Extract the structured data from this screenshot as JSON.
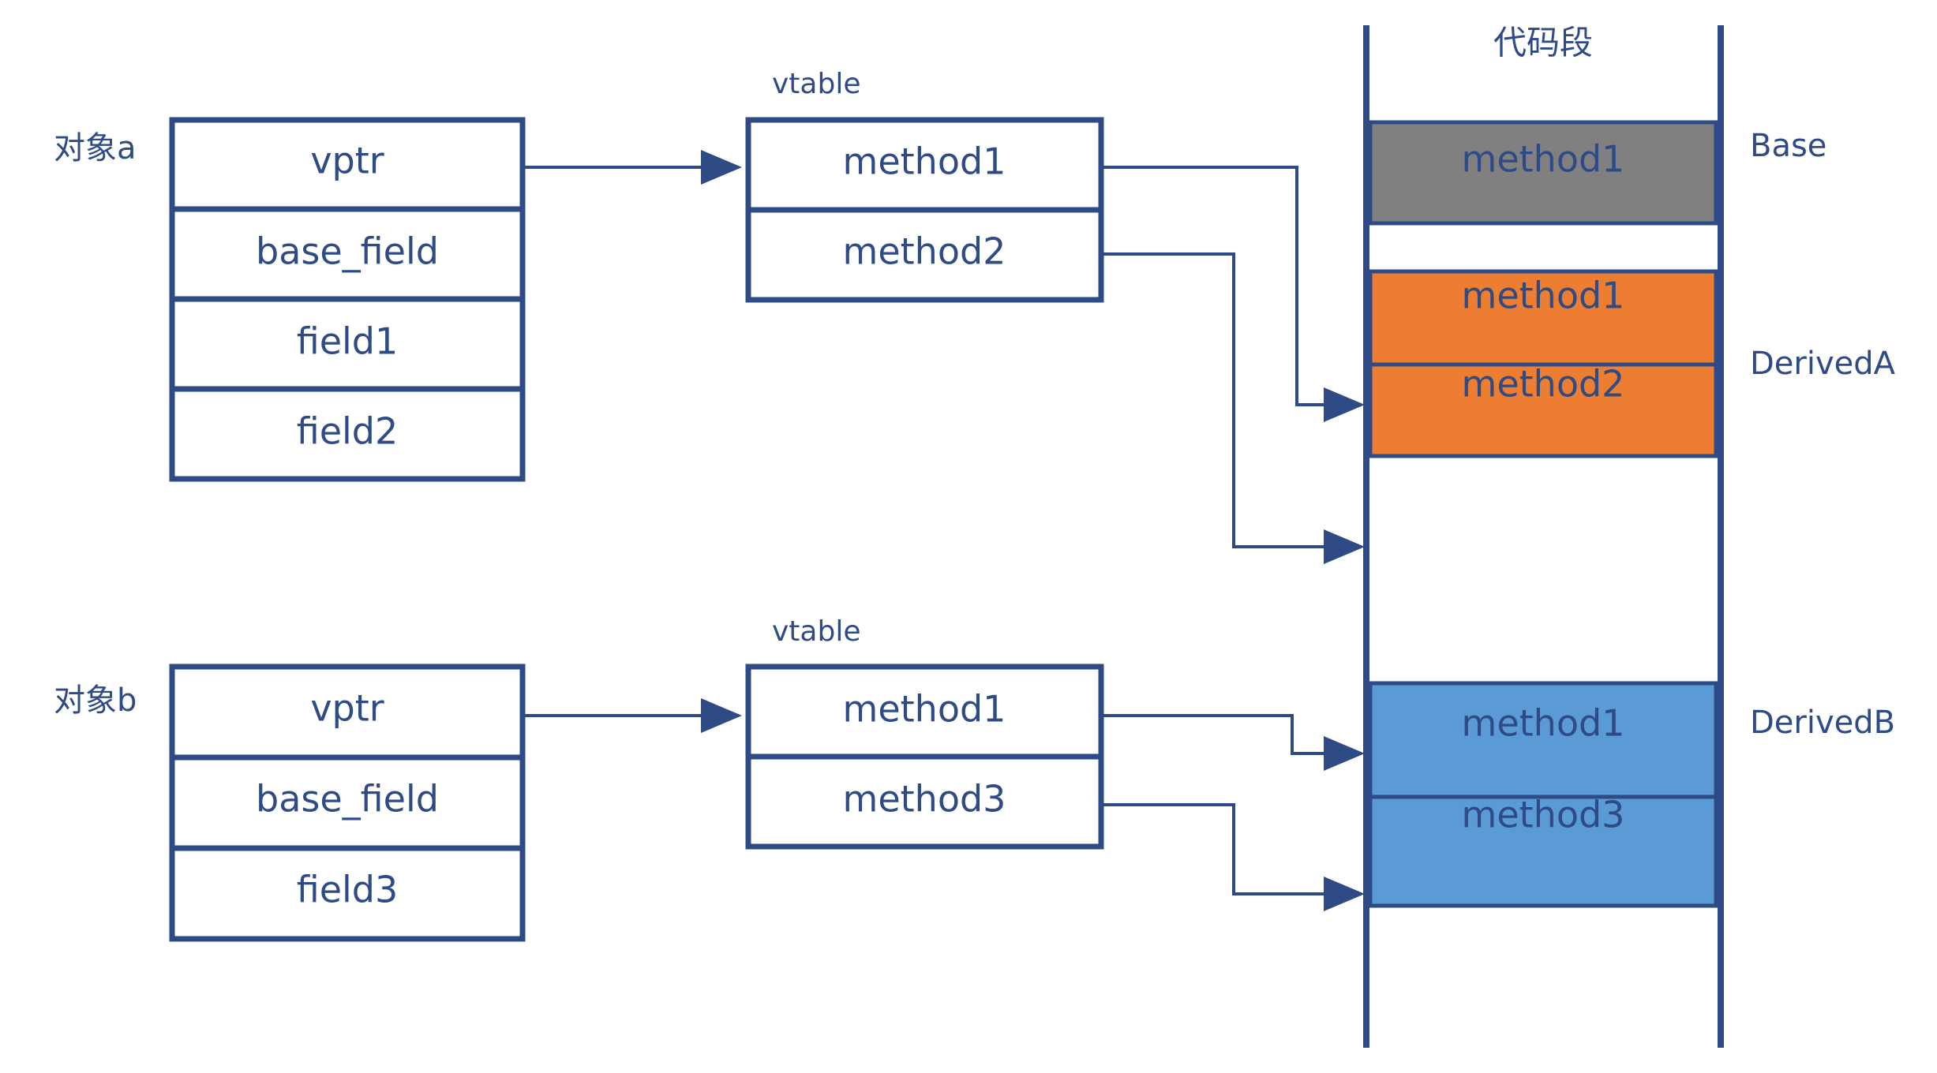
{
  "diagram": {
    "title_code_segment": "代码段",
    "objects": [
      {
        "name": "object-a",
        "side_label": "对象a",
        "rows": [
          "vptr",
          "base_field",
          "field1",
          "field2"
        ]
      },
      {
        "name": "object-b",
        "side_label": "对象b",
        "rows": [
          "vptr",
          "base_field",
          "field3"
        ]
      }
    ],
    "vtables": [
      {
        "name": "vtable-a",
        "caption": "vtable",
        "entries": [
          "method1",
          "method2"
        ]
      },
      {
        "name": "vtable-b",
        "caption": "vtable",
        "entries": [
          "method1",
          "method3"
        ]
      }
    ],
    "code_segment": {
      "blocks": [
        {
          "label": "method1",
          "owner": "Base",
          "color": "#808080"
        },
        {
          "label": "method1",
          "owner": "DerivedA",
          "color": "#ED7D31"
        },
        {
          "label": "method2",
          "owner": "DerivedA",
          "color": "#ED7D31"
        },
        {
          "label": "method1",
          "owner": "DerivedB",
          "color": "#5B9BD5"
        },
        {
          "label": "method3",
          "owner": "DerivedB",
          "color": "#5B9BD5"
        }
      ],
      "class_labels": [
        "Base",
        "DerivedA",
        "DerivedB"
      ]
    },
    "colors": {
      "line": "#2e4b86",
      "text": "#2e4b86",
      "base_block": "#808080",
      "deriveda_block": "#ED7D31",
      "derivedb_block": "#5B9BD5",
      "background": "#ffffff"
    }
  }
}
